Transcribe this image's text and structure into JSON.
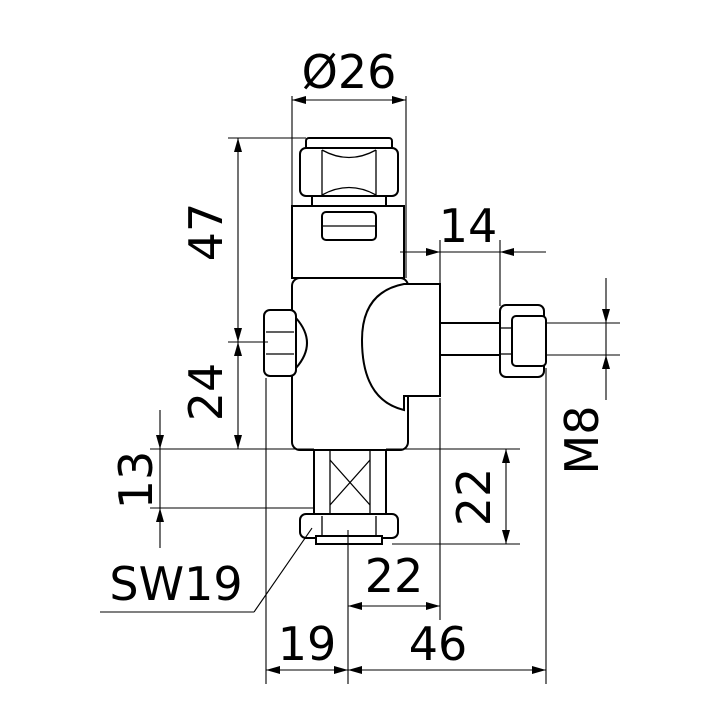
{
  "dimensions": {
    "diameter": "Ø26",
    "height_total": "47",
    "height_lower": "24",
    "height_nut": "13",
    "wrench_size": "SW19",
    "width_left": "19",
    "width_right": "46",
    "offset_bolt": "14",
    "thread": "M8",
    "height_threaded": "22",
    "width_bottom": "22"
  }
}
